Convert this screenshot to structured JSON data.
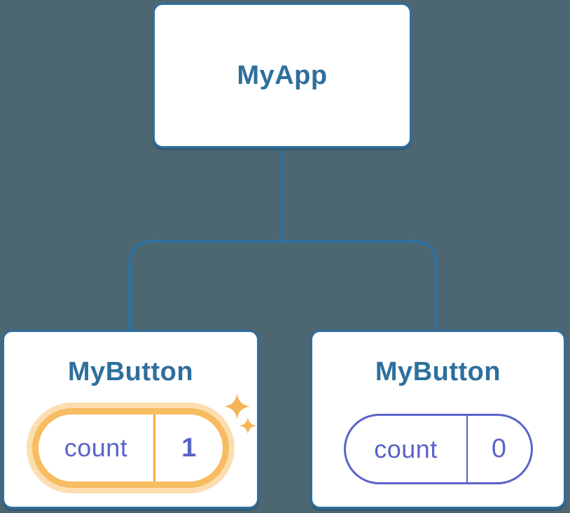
{
  "colors": {
    "background": "#4C6672",
    "card_bg": "#FFFFFF",
    "card_border": "#2E6F9D",
    "connector": "#2E71A1",
    "title_text": "#2E6F9D",
    "state_text": "#5A63C8",
    "highlight_border": "#F7BB60",
    "highlight_glow": "#FBDEB0",
    "highlight_divider": "#F3AD52",
    "sparkle": "#F7B458"
  },
  "tree": {
    "root": {
      "label": "MyApp"
    },
    "children": [
      {
        "label": "MyButton",
        "highlighted": true,
        "state": {
          "name": "count",
          "value": "1"
        }
      },
      {
        "label": "MyButton",
        "highlighted": false,
        "state": {
          "name": "count",
          "value": "0"
        }
      }
    ]
  },
  "icons": {
    "sparkle_large": "sparkle-icon",
    "sparkle_small": "sparkle-icon"
  }
}
